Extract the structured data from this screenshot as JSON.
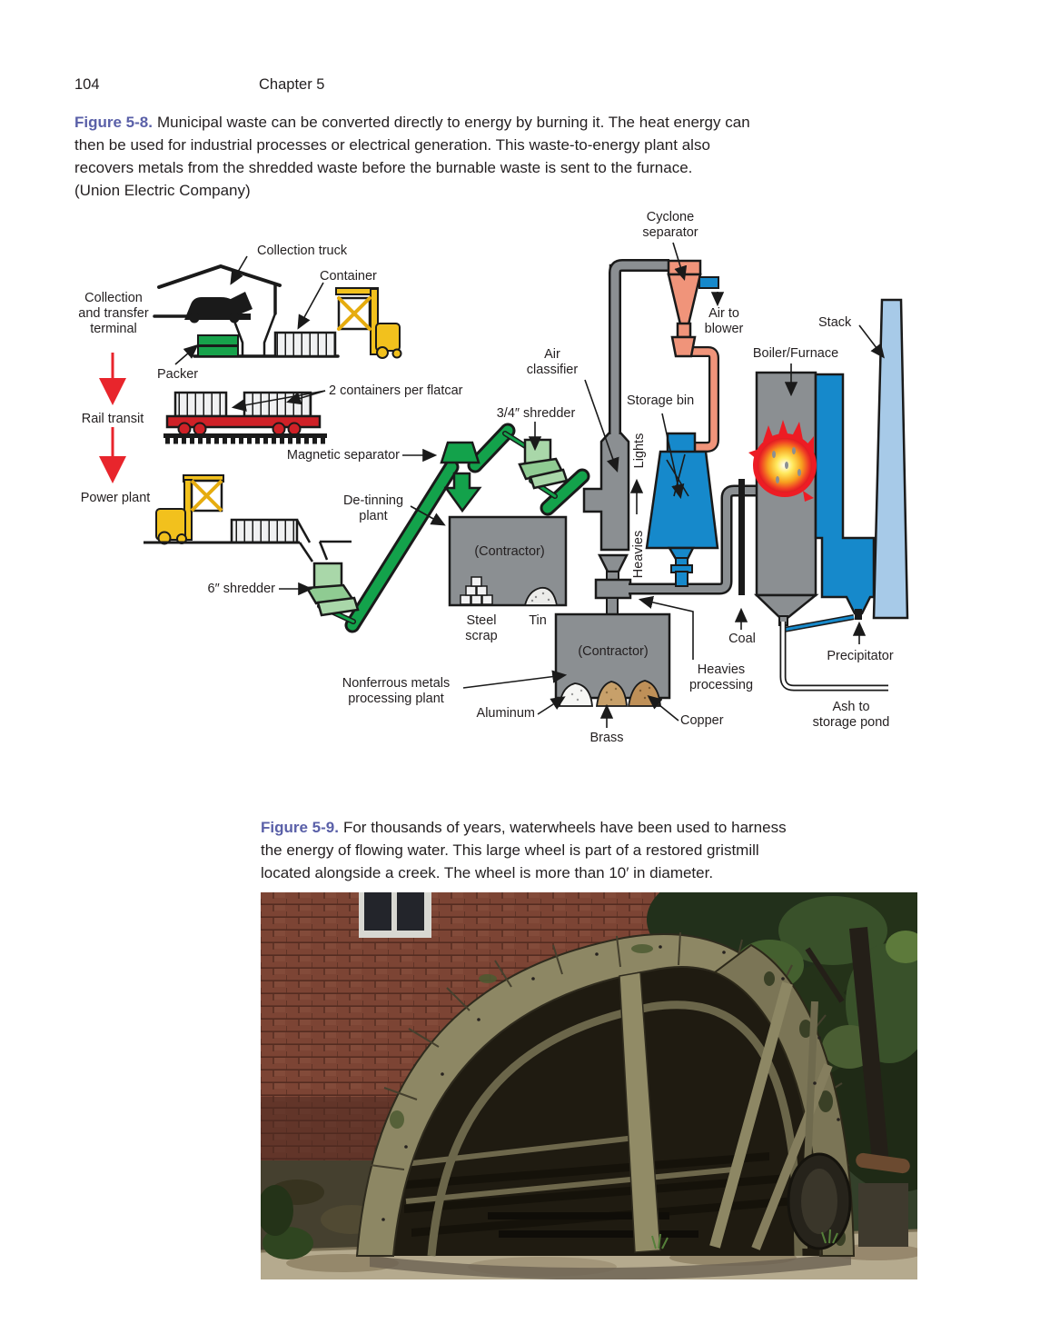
{
  "page": {
    "number": "104",
    "chapter": "Chapter 5"
  },
  "figures": {
    "fig58": {
      "label": "Figure 5-8.",
      "caption": "Municipal waste can be converted directly to energy by burning it. The heat energy can\nthen be used for industrial processes or electrical generation. This waste-to-energy plant also\nrecovers metals from the shredded waste before the burnable waste is sent to the furnace.\n(Union Electric Company)"
    },
    "fig59": {
      "label": "Figure 5-9.",
      "caption": "For thousands of years, waterwheels have been used to harness\nthe energy of flowing water. This large wheel is part of a restored gristmill\nlocated alongside a creek. The wheel is more than 10′ in diameter."
    }
  },
  "diagram": {
    "labels": {
      "collection_terminal": "Collection\nand transfer\nterminal",
      "collection_truck": "Collection truck",
      "container": "Container",
      "packer": "Packer",
      "two_containers": "2 containers per flatcar",
      "rail_transit": "Rail transit",
      "power_plant": "Power plant",
      "magnetic_separator": "Magnetic separator",
      "de_tinning": "De-tinning\nplant",
      "six_shredder": "6″ shredder",
      "three_quarter_shredder": "3/4″ shredder",
      "air_classifier": "Air\nclassifier",
      "lights": "Lights",
      "heavies": "Heavies",
      "storage_bin": "Storage bin",
      "cyclone_separator": "Cyclone\nseparator",
      "air_to_blower": "Air to\nblower",
      "boiler_furnace": "Boiler/Furnace",
      "stack": "Stack",
      "coal": "Coal",
      "precipitator": "Precipitator",
      "ash_to_pond": "Ash to\nstorage pond",
      "heavies_processing": "Heavies\nprocessing",
      "contractor1": "(Contractor)",
      "contractor2": "(Contractor)",
      "steel_scrap": "Steel\nscrap",
      "tin": "Tin",
      "nonferrous": "Nonferrous metals\nprocessing plant",
      "aluminum": "Aluminum",
      "brass": "Brass",
      "copper": "Copper"
    },
    "colors": {
      "figure_label": "#5a60a8",
      "conveyor_green": "#13a24b",
      "machine_light_green": "#a9d7a9",
      "equipment_gray": "#8b8f92",
      "process_blue": "#1689cb",
      "stack_light_blue": "#a7cae8",
      "cyclone_salmon": "#f0947a",
      "forklift_yellow": "#f2c11d",
      "flatcar_red": "#cf2127",
      "flow_arrow_red": "#e8252c",
      "fire_orange": "#f7a11f"
    }
  }
}
